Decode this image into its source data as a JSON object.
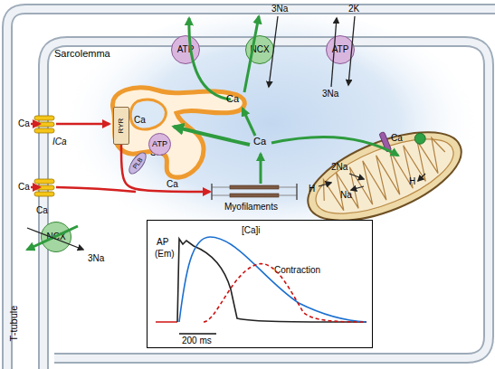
{
  "diagram": {
    "nodes": [
      {
        "text": [
          "ATP"
        ]
      },
      {
        "text": [
          "NCX"
        ]
      },
      {
        "text": [
          "ATP"
        ]
      },
      {
        "text": [
          "SR"
        ]
      },
      {
        "text": [
          "RYR"
        ]
      },
      {
        "text": [
          "PLB"
        ]
      },
      {
        "text": [
          "ATP"
        ]
      },
      {
        "text": [
          "Myofilaments"
        ]
      },
      {
        "text": [
          "NCX"
        ]
      },
      {
        "text": [
          "AP",
          "(Em)",
          "[Ca]i",
          "Contraction",
          "200 ms"
        ]
      }
    ],
    "edges": [
      {
        "from": 4,
        "to": 7,
        "label": "Ca",
        "arrow": "to"
      }
    ],
    "labels": [
      "Sarcolemma",
      "3Na",
      "2K",
      "3Na",
      "Ca",
      "Ca",
      "ICa",
      "Ca",
      "Ca",
      "Ca",
      "Ca",
      "2Na",
      "H",
      "Na",
      "H",
      "T-tubule",
      "Ca",
      "3Na"
    ]
  }
}
